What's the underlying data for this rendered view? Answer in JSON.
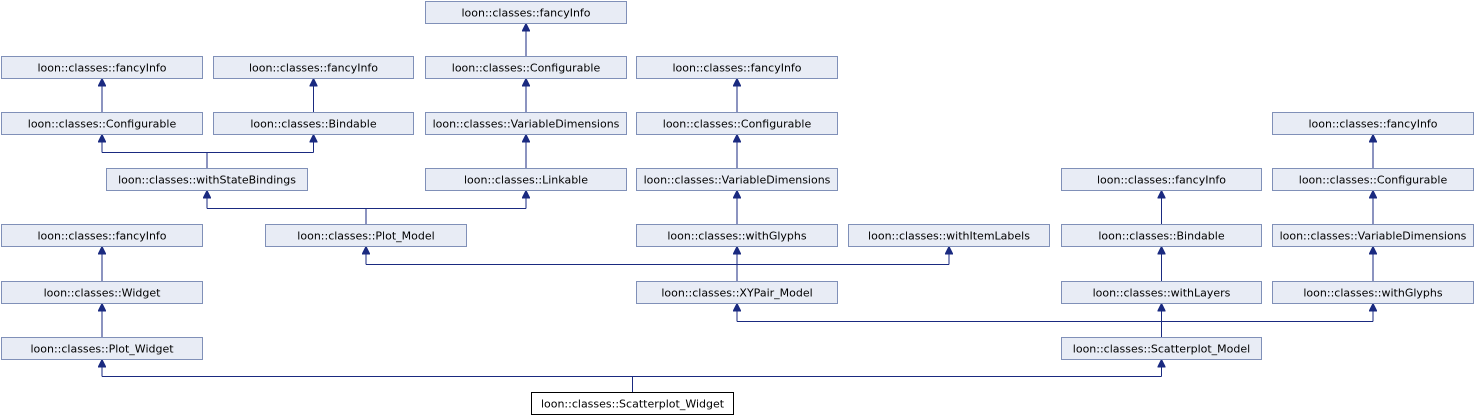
{
  "diagram": {
    "type": "inheritance-graph",
    "colors": {
      "node_fill": "#e8ecf5",
      "node_border": "#8090b8",
      "target_fill": "#ffffff",
      "target_border": "#000000",
      "edge": "#1a2a80"
    },
    "nodes": [
      {
        "id": "target",
        "label": "loon::classes::Scatterplot_Widget",
        "is_target": true
      },
      {
        "id": "pw",
        "label": "loon::classes::Plot_Widget"
      },
      {
        "id": "sm",
        "label": "loon::classes::Scatterplot_Model"
      },
      {
        "id": "w",
        "label": "loon::classes::Widget"
      },
      {
        "id": "fi_w",
        "label": "loon::classes::fancyInfo"
      },
      {
        "id": "pm",
        "label": "loon::classes::Plot_Model"
      },
      {
        "id": "wsb",
        "label": "loon::classes::withStateBindings"
      },
      {
        "id": "cfg1",
        "label": "loon::classes::Configurable"
      },
      {
        "id": "fi1",
        "label": "loon::classes::fancyInfo"
      },
      {
        "id": "bnd1",
        "label": "loon::classes::Bindable"
      },
      {
        "id": "fi2",
        "label": "loon::classes::fancyInfo"
      },
      {
        "id": "lnk",
        "label": "loon::classes::Linkable"
      },
      {
        "id": "vd1",
        "label": "loon::classes::VariableDimensions"
      },
      {
        "id": "cfg2",
        "label": "loon::classes::Configurable"
      },
      {
        "id": "fi3",
        "label": "loon::classes::fancyInfo"
      },
      {
        "id": "xy",
        "label": "loon::classes::XYPair_Model"
      },
      {
        "id": "wg1",
        "label": "loon::classes::withGlyphs"
      },
      {
        "id": "vd2",
        "label": "loon::classes::VariableDimensions"
      },
      {
        "id": "cfg3",
        "label": "loon::classes::Configurable"
      },
      {
        "id": "fi4",
        "label": "loon::classes::fancyInfo"
      },
      {
        "id": "wil",
        "label": "loon::classes::withItemLabels"
      },
      {
        "id": "wl",
        "label": "loon::classes::withLayers"
      },
      {
        "id": "bnd2",
        "label": "loon::classes::Bindable"
      },
      {
        "id": "fi5",
        "label": "loon::classes::fancyInfo"
      },
      {
        "id": "wg2",
        "label": "loon::classes::withGlyphs"
      },
      {
        "id": "vd3",
        "label": "loon::classes::VariableDimensions"
      },
      {
        "id": "cfg4",
        "label": "loon::classes::Configurable"
      },
      {
        "id": "fi6",
        "label": "loon::classes::fancyInfo"
      }
    ],
    "edges": [
      {
        "child": "target",
        "parents": [
          "pw",
          "sm"
        ]
      },
      {
        "child": "pw",
        "parents": [
          "w"
        ]
      },
      {
        "child": "w",
        "parents": [
          "fi_w"
        ]
      },
      {
        "child": "sm",
        "parents": [
          "xy",
          "wl",
          "wg2"
        ]
      },
      {
        "child": "xy",
        "parents": [
          "pm",
          "wg1",
          "wil"
        ]
      },
      {
        "child": "pm",
        "parents": [
          "wsb",
          "lnk"
        ]
      },
      {
        "child": "wsb",
        "parents": [
          "cfg1",
          "bnd1"
        ]
      },
      {
        "child": "cfg1",
        "parents": [
          "fi1"
        ]
      },
      {
        "child": "bnd1",
        "parents": [
          "fi2"
        ]
      },
      {
        "child": "lnk",
        "parents": [
          "vd1"
        ]
      },
      {
        "child": "vd1",
        "parents": [
          "cfg2"
        ]
      },
      {
        "child": "cfg2",
        "parents": [
          "fi3"
        ]
      },
      {
        "child": "wg1",
        "parents": [
          "vd2"
        ]
      },
      {
        "child": "vd2",
        "parents": [
          "cfg3"
        ]
      },
      {
        "child": "cfg3",
        "parents": [
          "fi4"
        ]
      },
      {
        "child": "wl",
        "parents": [
          "bnd2"
        ]
      },
      {
        "child": "bnd2",
        "parents": [
          "fi5"
        ]
      },
      {
        "child": "wg2",
        "parents": [
          "vd3"
        ]
      },
      {
        "child": "vd3",
        "parents": [
          "cfg4"
        ]
      },
      {
        "child": "cfg4",
        "parents": [
          "fi6"
        ]
      }
    ]
  }
}
